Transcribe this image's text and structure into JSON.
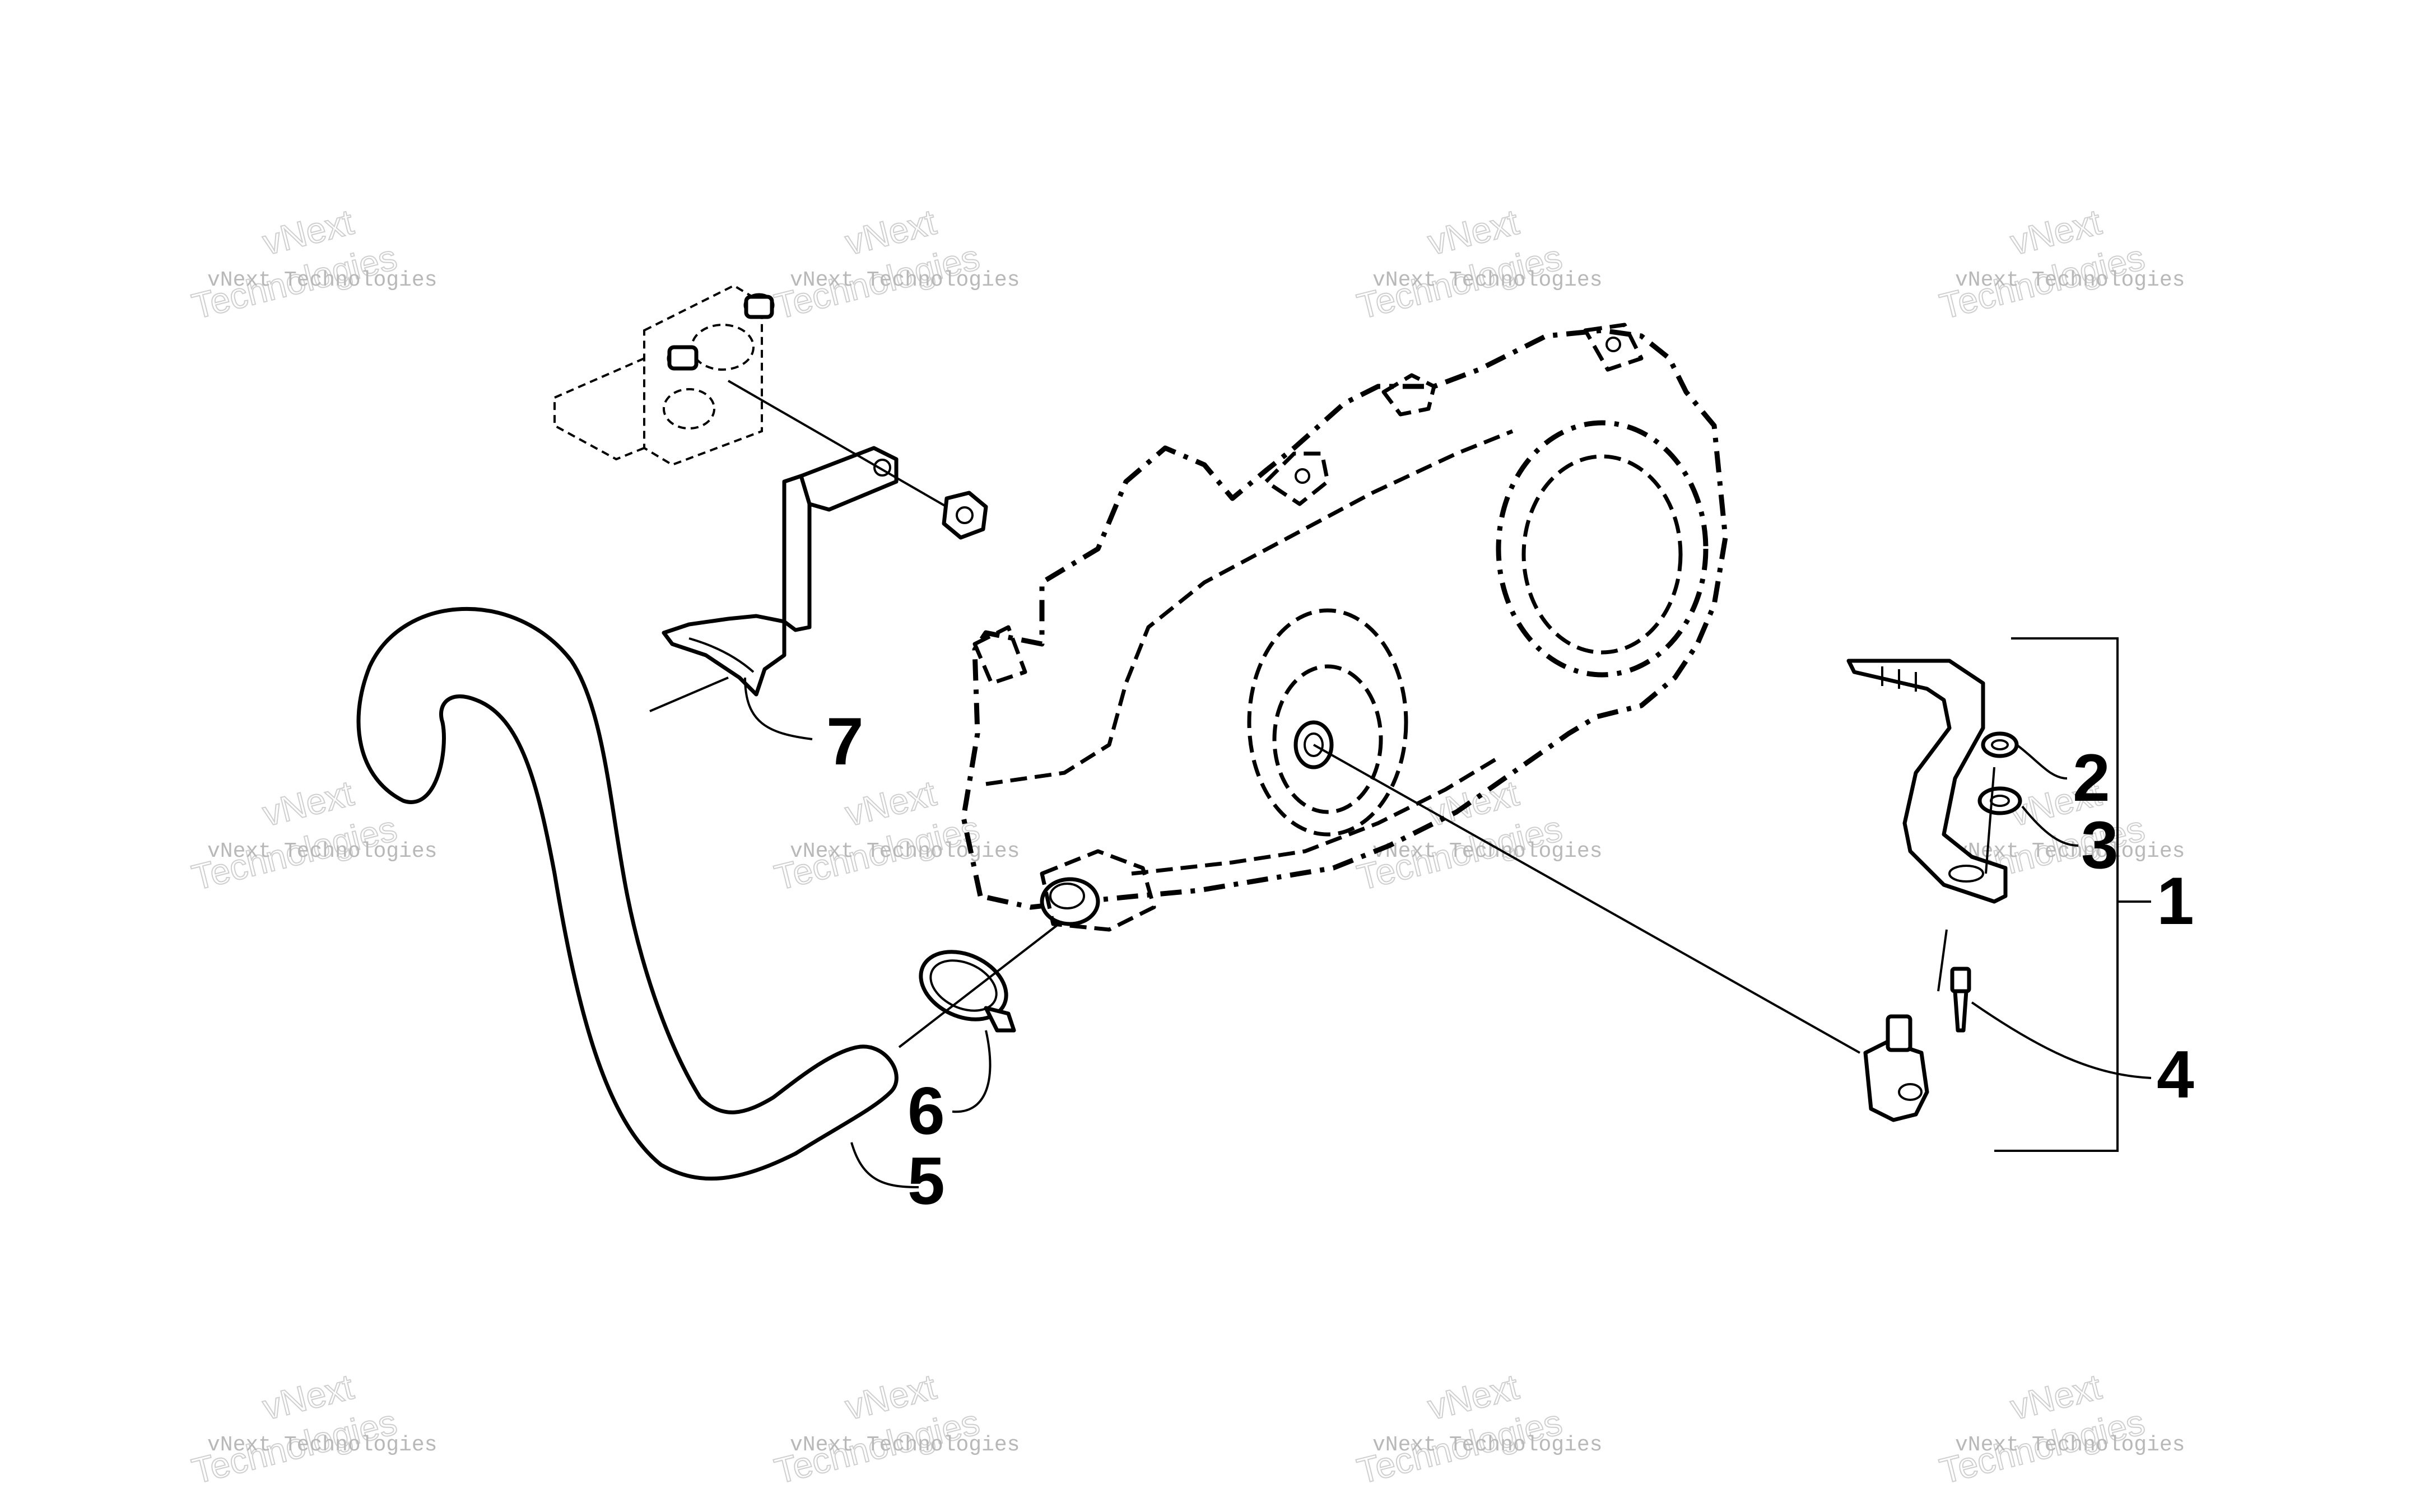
{
  "callouts": {
    "c1": "1",
    "c2": "2",
    "c3": "3",
    "c4": "4",
    "c5": "5",
    "c6": "6",
    "c7": "7"
  },
  "watermark": {
    "line1": "vNext Technologies",
    "line2a": "vNext",
    "line2b": "Technologies"
  },
  "colors": {
    "ink": "#000000",
    "background": "#ffffff",
    "watermark": "#b8b8b8"
  }
}
